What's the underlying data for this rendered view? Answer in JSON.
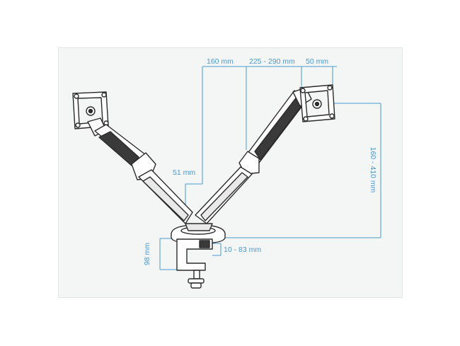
{
  "colors": {
    "dimension": "#4a9ad0",
    "outline": "#2b2b2b",
    "fill": "#ffffff",
    "shade": "#3a3a3a",
    "background": "#f4f5f5"
  },
  "dimensions": {
    "arm_offset": "160 mm",
    "arm_reach": "225 - 290 mm",
    "vesa_offset": "50 mm",
    "height_range": "160 - 410 mm",
    "pole_width": "51 mm",
    "clamp_height": "98 mm",
    "clamp_range": "10 - 83 mm"
  }
}
